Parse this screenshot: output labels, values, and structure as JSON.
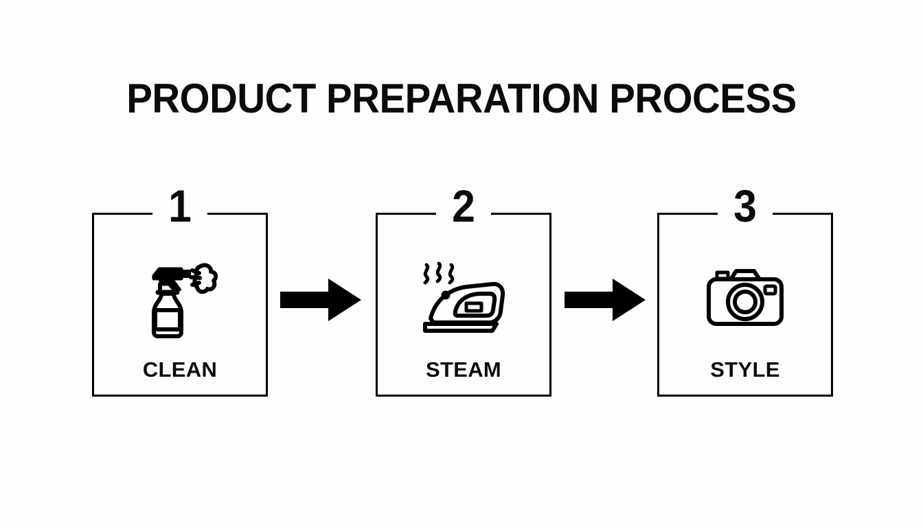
{
  "page": {
    "title": "PRODUCT PREPARATION PROCESS",
    "background_color": "#fdfdfe",
    "ink_color": "#0b0b0b"
  },
  "diagram": {
    "type": "linear-process-flow",
    "orientation": "horizontal",
    "step_count": 3,
    "connector": "solid-block-arrow-right",
    "steps": [
      {
        "number": "1",
        "label": "CLEAN",
        "icon": "spray-bottle-icon"
      },
      {
        "number": "2",
        "label": "STEAM",
        "icon": "clothes-iron-icon"
      },
      {
        "number": "3",
        "label": "STYLE",
        "icon": "camera-icon"
      }
    ],
    "arrows": [
      {
        "name": "arrow-step1-to-step2"
      },
      {
        "name": "arrow-step2-to-step3"
      }
    ]
  }
}
